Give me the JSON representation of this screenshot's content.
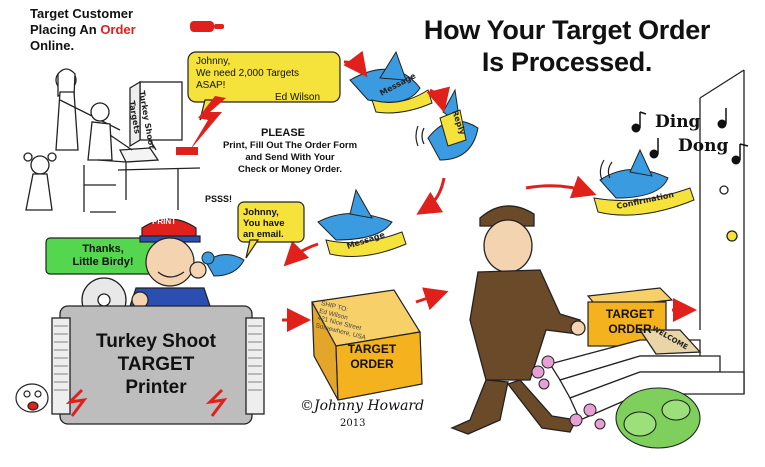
{
  "customer_title": {
    "line1": "Target Customer",
    "line2_prefix": "Placing An ",
    "line2_highlight": "Order",
    "line3": "Online."
  },
  "main_title": {
    "line1": "How Your Target Order",
    "line2": "Is Processed."
  },
  "order_bubble": {
    "line1": "Johnny,",
    "line2": "We need 2,000 Targets",
    "line3": "ASAP!",
    "signature": "Ed Wilson"
  },
  "instructions": {
    "heading": "PLEASE",
    "line1": "Print, Fill Out The Order Form",
    "line2": "and Send With Your",
    "line3": "Check or Money Order."
  },
  "monitor_text": {
    "line1": "Turkey Shoot",
    "line2": "Targets"
  },
  "bird_bubble": {
    "sound": "PSSS!",
    "line1": "Johnny,",
    "line2": "You have",
    "line3": "an email."
  },
  "thanks_bubble": {
    "line1": "Thanks,",
    "line2": "Little Birdy!"
  },
  "cap_label": "PRINT",
  "printer": {
    "line1": "Turkey Shoot",
    "line2": "TARGET",
    "line3": "Printer"
  },
  "banners": {
    "message1": "Message",
    "reply": "Reply",
    "message2": "Message",
    "confirmation": "Confirmation"
  },
  "ship_label": {
    "line1": "SHIP TO:",
    "line2": "Ed Wilson",
    "line3": "421 Nice Street",
    "line4": "Somewhere, USA"
  },
  "box_label": {
    "line1": "TARGET",
    "line2": "ORDER"
  },
  "doorbell": {
    "ding": "Ding",
    "dong": "Dong"
  },
  "mat_label": "WELCOME",
  "signature": {
    "name": "©Johnny Howard",
    "year": "2013"
  },
  "colors": {
    "arrow_red": "#e0201b",
    "bird_blue": "#3a9be0",
    "banner_yellow": "#f5e23a",
    "box_orange": "#f5b21f",
    "bubble_green": "#55d64f",
    "printer_gray": "#bdbdbd",
    "uniform_brown": "#6b4a2a"
  }
}
